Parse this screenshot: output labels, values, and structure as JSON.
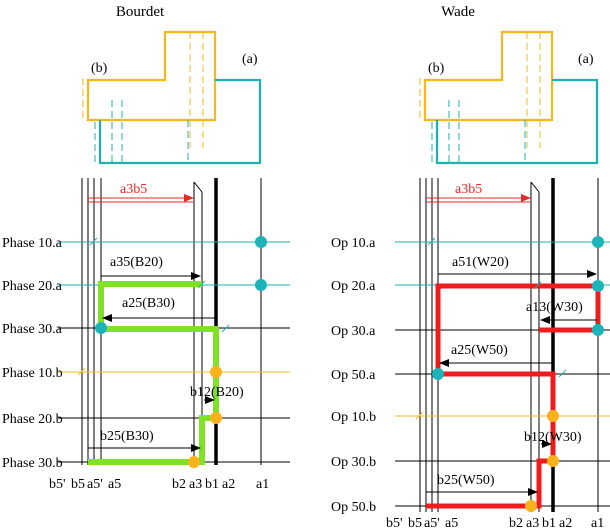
{
  "panels": {
    "left": {
      "title": "Bourdet",
      "part_labels": {
        "b": "(b)",
        "a": "(a)"
      },
      "top_ref": "a3b5",
      "rows": [
        "Phase 10.a",
        "Phase 20.a",
        "Phase 30.a",
        "Phase 10.b",
        "Phase 20.b",
        "Phase 30.b"
      ],
      "dims": [
        "a35(B20)",
        "a25(B30)",
        "b12(B20)",
        "b25(B30)"
      ],
      "bottom_labels": {
        "b5p": "b5'",
        "b5": "b5",
        "a5p": "a5'",
        "a5": "a5",
        "b2": "b2",
        "a3": "a3",
        "b1": "b1",
        "a2": "a2",
        "a1": "a1"
      }
    },
    "right": {
      "title": "Wade",
      "part_labels": {
        "b": "(b)",
        "a": "(a)"
      },
      "top_ref": "a3b5",
      "rows": [
        "Op 10.a",
        "Op 20.a",
        "Op 30.a",
        "Op 50.a",
        "Op 10.b",
        "Op 30.b",
        "Op 50.b"
      ],
      "dims": [
        "a51(W20)",
        "a13(W30)",
        "a25(W50)",
        "b12(W30)",
        "b25(W50)"
      ],
      "bottom_labels": {
        "b5p": "b5'",
        "b5": "b5",
        "a5p": "a5'",
        "a5": "a5",
        "b2": "b2",
        "a3": "a3",
        "b1": "b1",
        "a2": "a2",
        "a1": "a1"
      }
    }
  },
  "colors": {
    "part_b": "#F5B81C",
    "part_a": "#1FB0B0",
    "ref_line": "#E52A2A",
    "chain_bourdet": "#7FE226",
    "chain_wade": "#EE1C1C",
    "node_teal": "#1CB4B8",
    "node_orange": "#F9B21B",
    "line": "#000000"
  }
}
